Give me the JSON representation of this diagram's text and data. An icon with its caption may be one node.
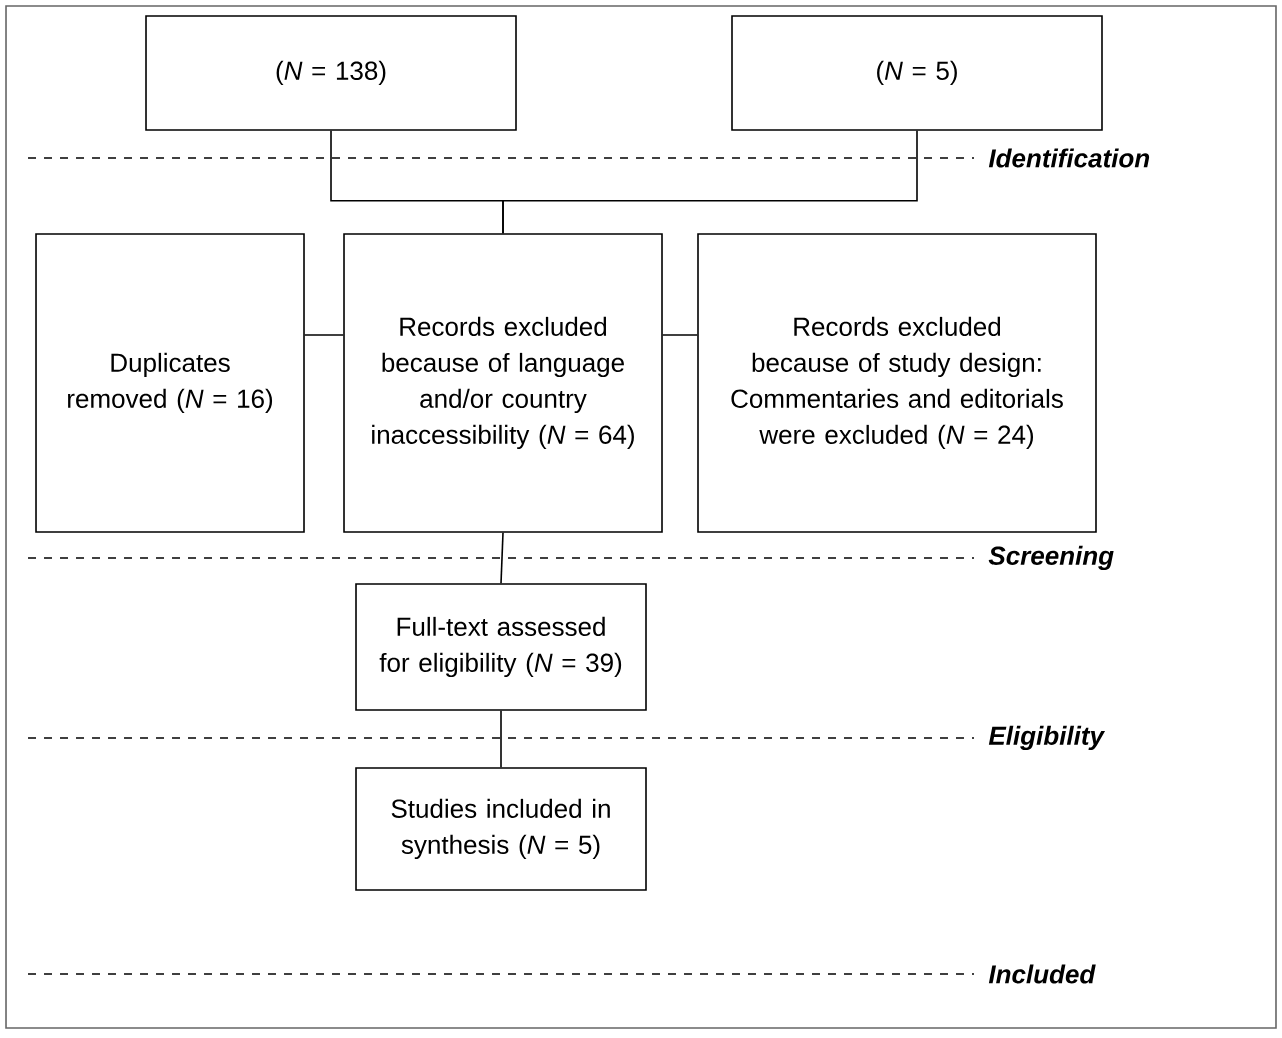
{
  "diagram": {
    "nodes": [
      {
        "text": [
          "(*N* = 138)"
        ]
      },
      {
        "text": [
          "(*N* = 5)"
        ]
      },
      {
        "text": [
          "Duplicates removed (*N* = 16)"
        ]
      },
      {
        "text": [
          "Records excluded because of language and/or country inaccessibility (*N* = 64)"
        ]
      },
      {
        "text": [
          "Records excluded because of study design: Commentaries and editorials were excluded (*N* = 24)"
        ]
      },
      {
        "text": [
          "Full-text assessed for eligibility (*N* = 39)"
        ]
      },
      {
        "text": [
          "Studies included in synthesis (*N* = 5)"
        ]
      }
    ],
    "edges": [
      {
        "from": 0,
        "to": 3,
        "arrow": "none"
      },
      {
        "from": 1,
        "to": 3,
        "arrow": "none"
      },
      {
        "from": 3,
        "to": 2,
        "arrow": "none"
      },
      {
        "from": 3,
        "to": 4,
        "arrow": "none"
      },
      {
        "from": 3,
        "to": 5,
        "arrow": "none"
      },
      {
        "from": 5,
        "to": 6,
        "arrow": "none"
      }
    ],
    "labels": [
      "Identification",
      "Screening",
      "Eligibility",
      "Included"
    ]
  }
}
